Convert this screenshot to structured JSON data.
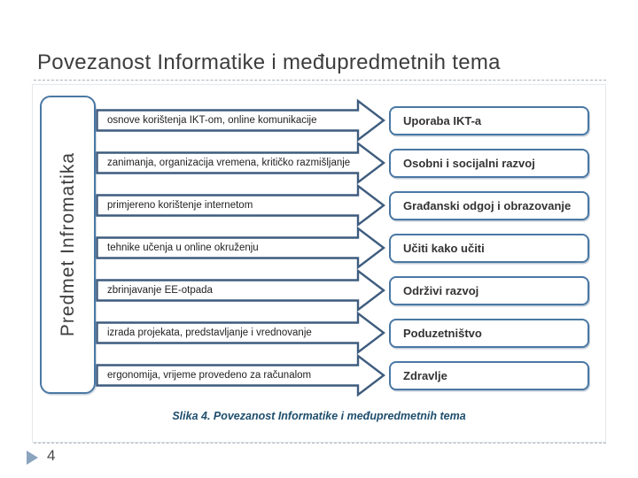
{
  "slide": {
    "title": "Povezanost Informatike i međupredmetnih tema",
    "caption": "Slika 4. Povezanost Informatike i međupredmetnih tema",
    "page_number": "4"
  },
  "diagram": {
    "source_label": "Predmet Infromatika",
    "rows": [
      {
        "arrow_label": "osnove korištenja IKT-om, online komunikacije",
        "topic_label": "Uporaba IKT-a"
      },
      {
        "arrow_label": "zanimanja, organizacija vremena, kritičko razmišljanje",
        "topic_label": "Osobni i socijalni razvoj"
      },
      {
        "arrow_label": "primjereno korištenje internetom",
        "topic_label": "Građanski odgoj i obrazovanje"
      },
      {
        "arrow_label": "tehnike učenja u online okruženju",
        "topic_label": "Učiti kako učiti"
      },
      {
        "arrow_label": "zbrinjavanje EE-otpada",
        "topic_label": "Održivi razvoj"
      },
      {
        "arrow_label": "izrada projekata, predstavljanje i vrednovanje",
        "topic_label": "Poduzetništvo"
      },
      {
        "arrow_label": "ergonomija, vrijeme provedeno za računalom",
        "topic_label": "Zdravlje"
      }
    ]
  },
  "colors": {
    "arrow_border": "#3e5c7e",
    "box_border": "#4a78a4",
    "caption_color": "#1f4e6e",
    "bullet_color": "#8ba4be"
  }
}
